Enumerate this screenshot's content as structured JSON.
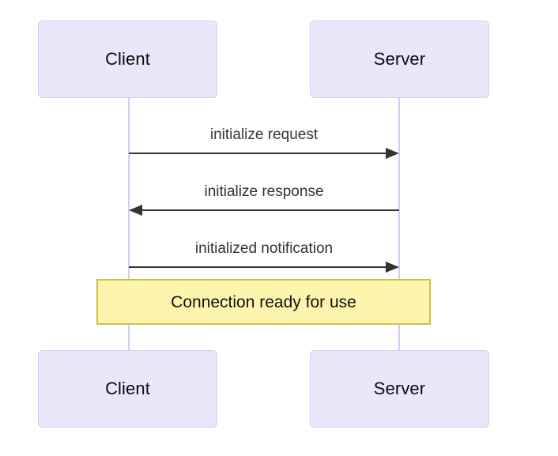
{
  "diagram": {
    "type": "sequence-diagram",
    "background_color": "#ffffff",
    "participants": [
      {
        "id": "client",
        "label": "Client"
      },
      {
        "id": "server",
        "label": "Server"
      }
    ],
    "participant_box": {
      "fill_color": "#e9e8fb",
      "border_color": "#d5cdf0",
      "text_color": "#0b0b0b"
    },
    "lifeline": {
      "color": "#d6cdf0"
    },
    "messages": [
      {
        "label": "initialize request",
        "from": "Client",
        "to": "Server",
        "direction": "right",
        "arrow_style": "solid-filled-head",
        "color": "#333333"
      },
      {
        "label": "initialize response",
        "from": "Server",
        "to": "Client",
        "direction": "left",
        "arrow_style": "solid-filled-head",
        "color": "#333333"
      },
      {
        "label": "initialized notification",
        "from": "Client",
        "to": "Server",
        "direction": "right",
        "arrow_style": "solid-filled-head",
        "color": "#333333"
      }
    ],
    "note": {
      "text": "Connection ready for use",
      "fill_color": "#fdf5ad",
      "border_color": "#cfc04a",
      "text_color": "#111111",
      "span": "across"
    }
  }
}
